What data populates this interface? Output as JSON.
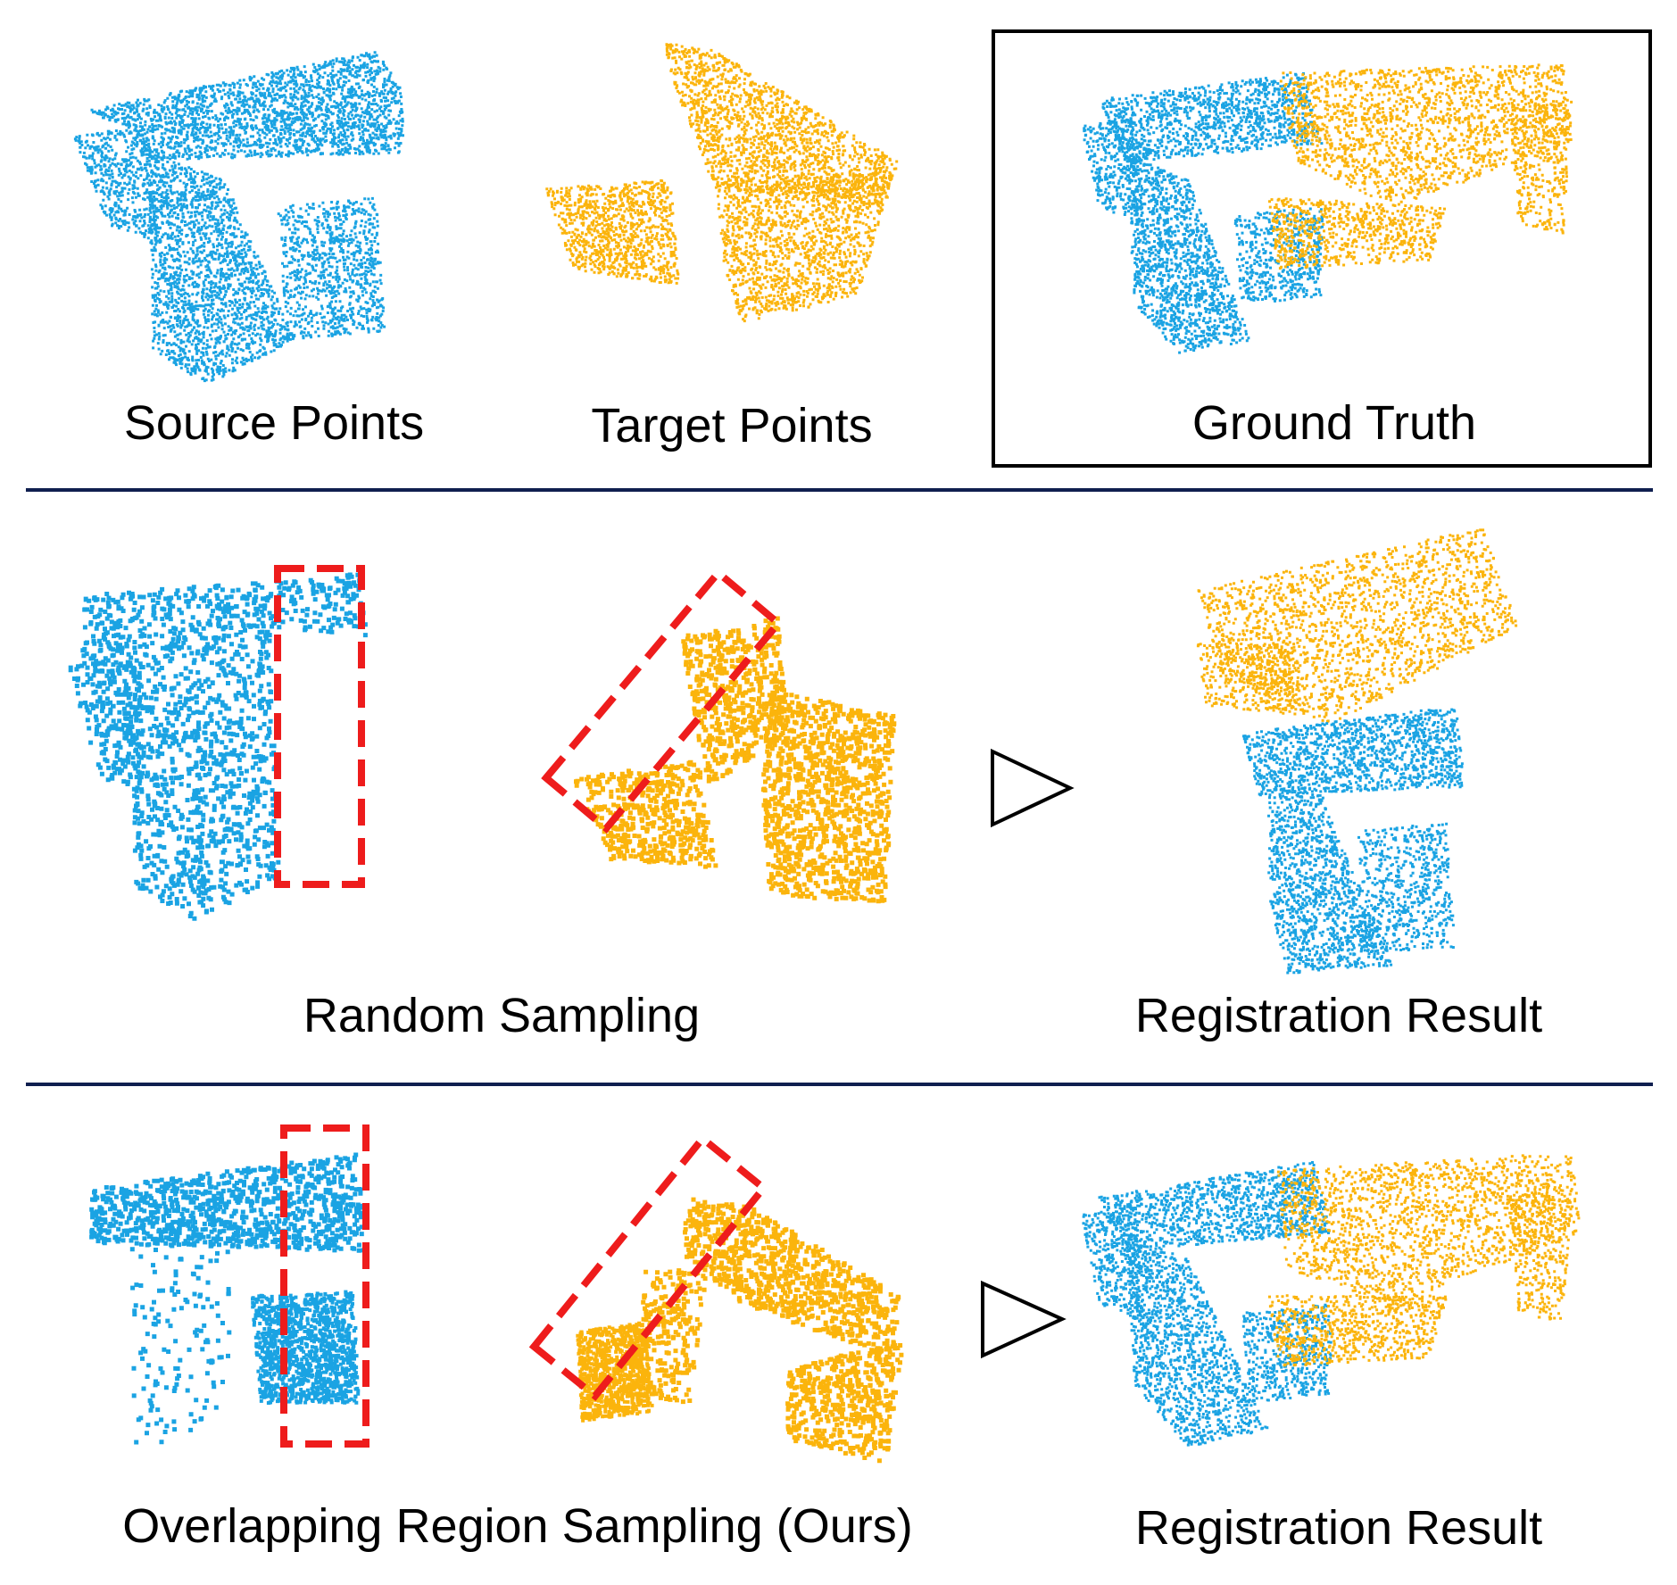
{
  "colors": {
    "source": "#1aa3e3",
    "target": "#fbb40c",
    "highlight": "#ee1c1c",
    "divider": "#0f1f4f",
    "frame": "#000000"
  },
  "row1": {
    "source_label": "Source Points",
    "target_label": "Target Points",
    "gt_label": "Ground Truth"
  },
  "row2": {
    "method_label": "Random Sampling",
    "result_label": "Registration Result"
  },
  "row3": {
    "method_label": "Overlapping Region Sampling (Ours)",
    "result_label": "Registration Result"
  },
  "icons": {
    "arrow": "play-triangle-outline",
    "region_box": "dashed-rectangle"
  }
}
